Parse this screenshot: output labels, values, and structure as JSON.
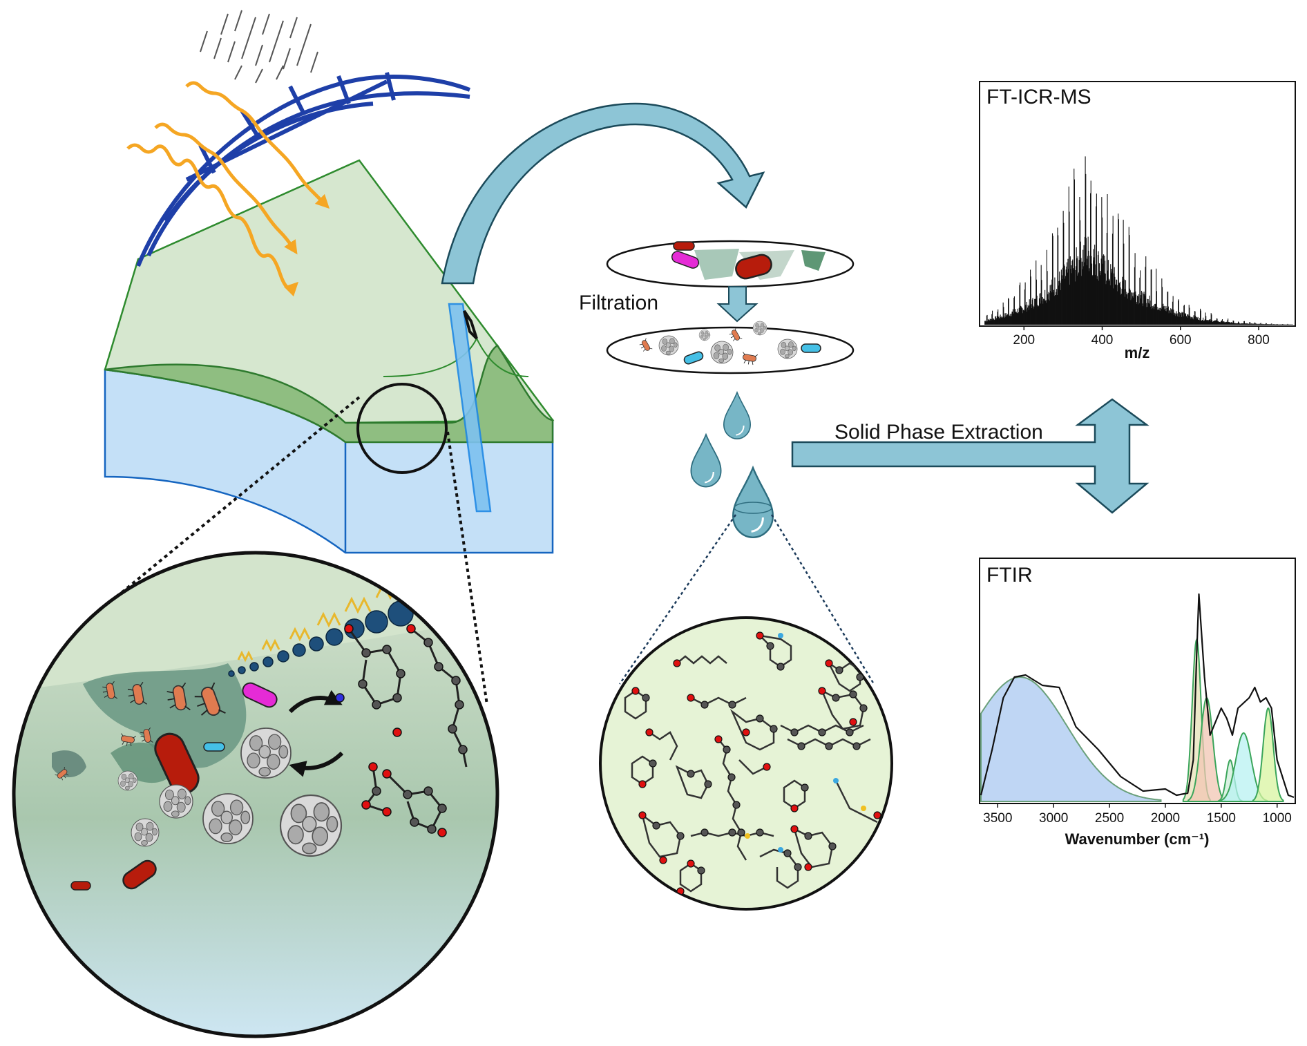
{
  "labels": {
    "filtration": "Filtration",
    "spe": "Solid Phase Extraction"
  },
  "ms_chart": {
    "title": "FT-ICR-MS",
    "xlabel": "m/z",
    "xticks": [
      "200",
      "400",
      "600",
      "800"
    ],
    "xlim": [
      90,
      890
    ]
  },
  "ftir_chart": {
    "title": "FTIR",
    "xlabel": "Wavenumber (cm⁻¹)",
    "xticks": [
      "3500",
      "3000",
      "2500",
      "2000",
      "1500",
      "1000"
    ],
    "xlim": [
      3650,
      850
    ]
  },
  "chart_data": [
    {
      "type": "line",
      "title": "FT-ICR-MS",
      "xlabel": "m/z",
      "ylabel": "",
      "xlim": [
        90,
        890
      ],
      "grid": false,
      "x": [
        100,
        150,
        200,
        250,
        300,
        330,
        360,
        390,
        420,
        450,
        500,
        550,
        600,
        650,
        700,
        750,
        800,
        850,
        890
      ],
      "y": [
        0.05,
        0.12,
        0.22,
        0.38,
        0.62,
        0.78,
        0.98,
        0.82,
        0.66,
        0.52,
        0.36,
        0.24,
        0.14,
        0.08,
        0.04,
        0.02,
        0.01,
        0.005,
        0.003
      ]
    },
    {
      "type": "area",
      "title": "FTIR",
      "xlabel": "Wavenumber (cm⁻¹)",
      "ylabel": "",
      "xlim": [
        3650,
        850
      ],
      "grid": false,
      "series": [
        {
          "x": [
            3650,
            3550,
            3450,
            3350,
            3250,
            3100,
            2950,
            2800,
            2600,
            2400,
            2200,
            2000,
            1900,
            1800,
            1750,
            1720,
            1700,
            1650,
            1600,
            1500,
            1450,
            1400,
            1350,
            1250,
            1200,
            1150,
            1100,
            1050,
            1000,
            900,
            850
          ],
          "y": [
            0.03,
            0.25,
            0.5,
            0.6,
            0.61,
            0.56,
            0.55,
            0.36,
            0.25,
            0.12,
            0.05,
            0.06,
            0.03,
            0.04,
            0.2,
            0.7,
            1.0,
            0.6,
            0.32,
            0.45,
            0.4,
            0.32,
            0.45,
            0.5,
            0.55,
            0.48,
            0.5,
            0.45,
            0.2,
            0.03,
            0.02
          ]
        }
      ]
    }
  ]
}
